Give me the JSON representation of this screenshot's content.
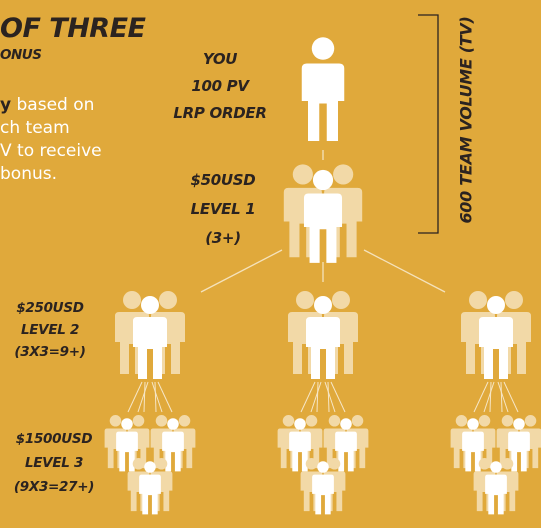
{
  "heading": {
    "line1": "OF THREE",
    "line2": "ONUS"
  },
  "description": {
    "line1_bold": "y",
    "line1_rest": " based on",
    "line2": "ch team",
    "line3": "V to receive",
    "line4": "bonus."
  },
  "you": {
    "line1": "YOU",
    "line2": "100 PV",
    "line3": "LRP ORDER"
  },
  "level1": {
    "amount": "$50USD",
    "name": "LEVEL 1",
    "count": "(3+)"
  },
  "level2": {
    "amount": "$250USD",
    "name": "LEVEL 2",
    "count": "(3X3=9+)"
  },
  "level3": {
    "amount": "$1500USD",
    "name": "LEVEL 3",
    "count": "(9X3=27+)"
  },
  "team_volume": "600 TEAM VOLUME (TV)",
  "colors": {
    "background": "#E0A93B",
    "dark_text": "#2B2320",
    "figure_white": "#FFFFFF",
    "figure_light": "#F2D9A7"
  },
  "icons": {
    "you": "person-icon",
    "group": "people-group-icon"
  }
}
